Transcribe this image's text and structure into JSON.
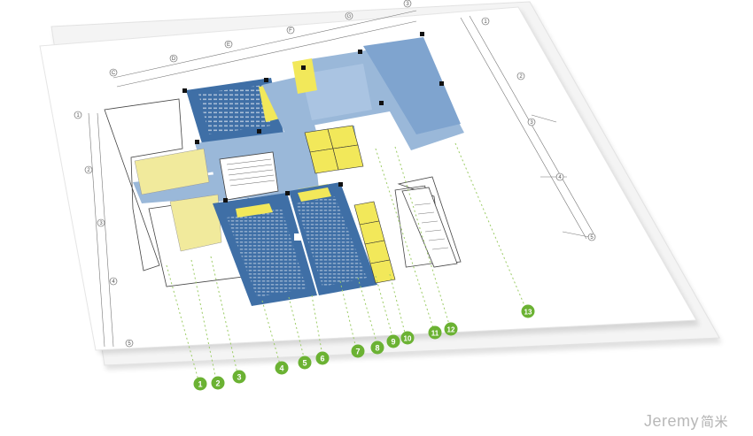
{
  "colors": {
    "blue_dark": "#3f6fa6",
    "blue_light": "#9ab8d9",
    "blue_mid": "#7fa4cf",
    "yellow": "#f2e85a",
    "yellow_pale": "#f1ea9c",
    "green": "#6bb233",
    "green_dash": "#9ccc66",
    "paper": "#ffffff",
    "line": "#555555"
  },
  "grid_labels": {
    "top": [
      "C",
      "D",
      "E",
      "F",
      "G",
      "3"
    ],
    "left": [
      "1",
      "2",
      "3",
      "4",
      "5"
    ],
    "right": [
      "1",
      "2",
      "3",
      "4",
      "5"
    ]
  },
  "callouts": [
    "1",
    "2",
    "3",
    "4",
    "5",
    "6",
    "7",
    "8",
    "9",
    "10",
    "11",
    "12",
    "13"
  ],
  "brand": {
    "latin": "Jeremy",
    "cn": "简米"
  }
}
